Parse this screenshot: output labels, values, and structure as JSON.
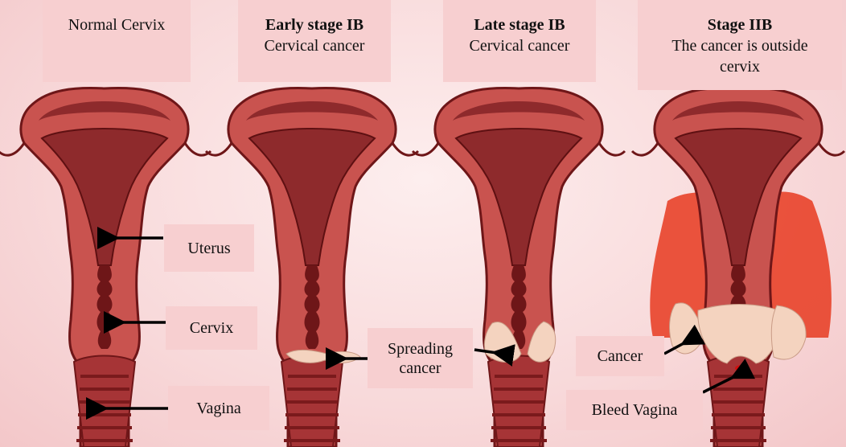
{
  "panels": [
    {
      "title_bold": "",
      "title_line": "Normal Cervix"
    },
    {
      "title_bold": "Early stage IB",
      "title_line": "Cervical cancer"
    },
    {
      "title_bold": "Late stage IB",
      "title_line": "Cervical cancer"
    },
    {
      "title_bold": "Stage IIB",
      "title_line": "The cancer is outside cervix"
    }
  ],
  "labels": {
    "uterus": "Uterus",
    "cervix": "Cervix",
    "vagina": "Vagina",
    "spreading": "Spreading cancer",
    "cancer": "Cancer",
    "bleed": "Bleed Vagina"
  },
  "colors": {
    "background": "#f8d9da",
    "label_box": "#f7cfd0",
    "tissue": "#c9534f",
    "tissue_dark": "#7a1a1c",
    "cavity": "#8e2a2c",
    "tumor": "#f4d3bf",
    "spread": "#e8432a"
  }
}
